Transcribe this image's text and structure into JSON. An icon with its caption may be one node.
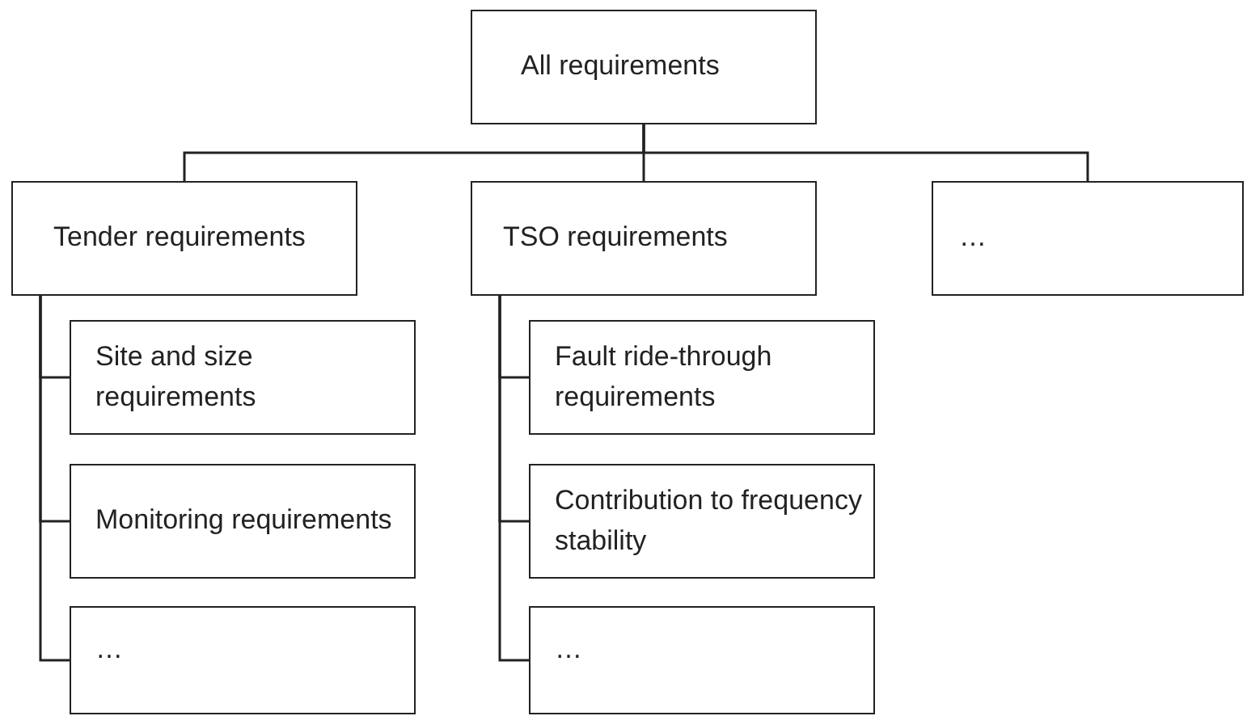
{
  "diagram": {
    "nodes": [
      {
        "text": [
          "All requirements"
        ]
      },
      {
        "text": [
          "Tender requirements"
        ]
      },
      {
        "text": [
          "TSO requirements"
        ]
      },
      {
        "text": [
          "…"
        ]
      },
      {
        "text": [
          "Site and size requirements"
        ]
      },
      {
        "text": [
          "Monitoring requirements"
        ]
      },
      {
        "text": [
          "…"
        ]
      },
      {
        "text": [
          "Fault ride-through requirements"
        ]
      },
      {
        "text": [
          "Contribution to frequency stability"
        ]
      },
      {
        "text": [
          "…"
        ]
      }
    ],
    "edges": [
      {
        "from": 0,
        "to": 1,
        "arrow": "none"
      },
      {
        "from": 0,
        "to": 2,
        "arrow": "none"
      },
      {
        "from": 0,
        "to": 3,
        "arrow": "none"
      },
      {
        "from": 1,
        "to": 4,
        "arrow": "none"
      },
      {
        "from": 1,
        "to": 5,
        "arrow": "none"
      },
      {
        "from": 1,
        "to": 6,
        "arrow": "none"
      },
      {
        "from": 2,
        "to": 7,
        "arrow": "none"
      },
      {
        "from": 2,
        "to": 8,
        "arrow": "none"
      },
      {
        "from": 2,
        "to": 9,
        "arrow": "none"
      }
    ]
  }
}
